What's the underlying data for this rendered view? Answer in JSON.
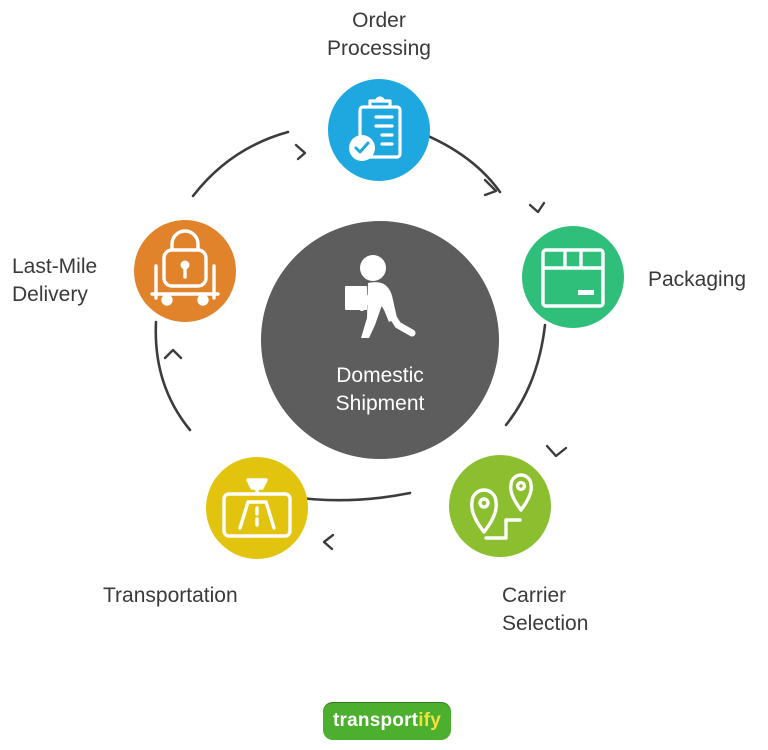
{
  "diagram": {
    "center": {
      "line1": "Domestic",
      "line2": "Shipment",
      "icon": "person-carrying-box-icon"
    },
    "steps": [
      {
        "id": "order-processing",
        "line1": "Order",
        "line2": "Processing",
        "icon": "clipboard-check-icon",
        "color": "#1fa7df"
      },
      {
        "id": "packaging",
        "line1": "Packaging",
        "line2": "",
        "icon": "package-box-icon",
        "color": "#2fbf7b"
      },
      {
        "id": "carrier-selection",
        "line1": "Carrier",
        "line2": "Selection",
        "icon": "map-route-icon",
        "color": "#8cbf2f"
      },
      {
        "id": "transportation",
        "line1": "Transportation",
        "line2": "",
        "icon": "road-screen-icon",
        "color": "#e2c40f"
      },
      {
        "id": "last-mile-delivery",
        "line1": "Last-Mile",
        "line2": "Delivery",
        "icon": "locked-cart-icon",
        "color": "#e0832b"
      }
    ]
  },
  "logo": {
    "prefix": "transport",
    "suffix": "ify",
    "color": "#4caf2e"
  }
}
